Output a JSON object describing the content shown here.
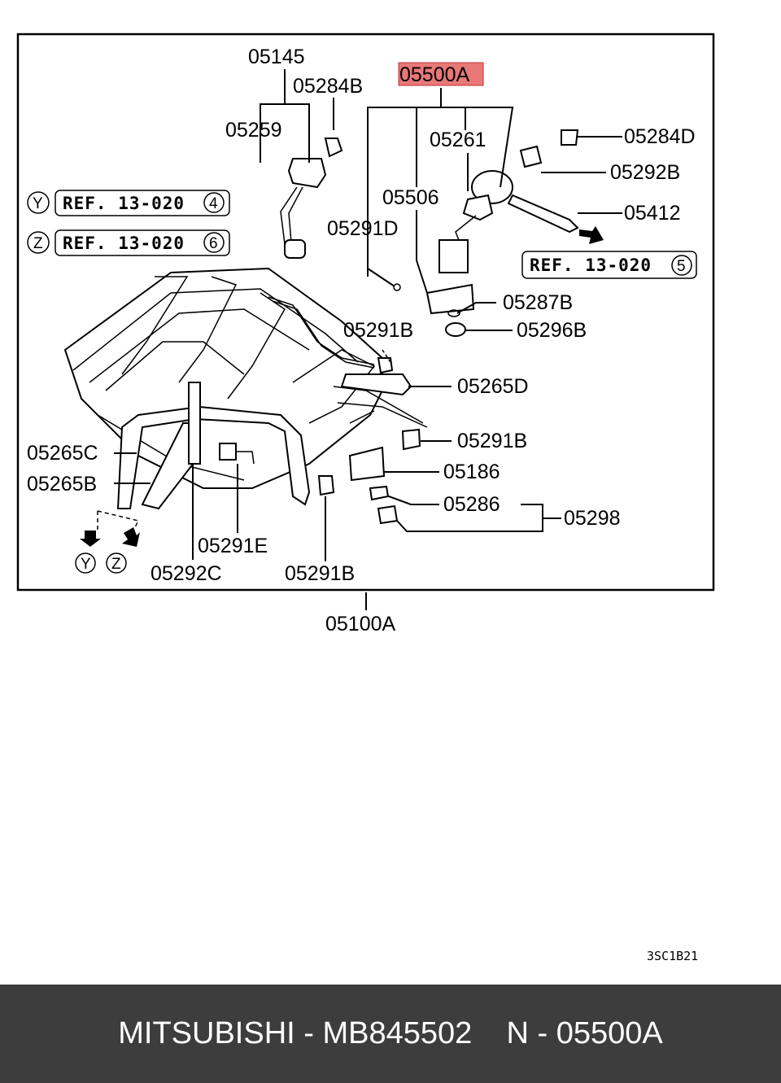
{
  "diagram": {
    "highlight_part": "05500A",
    "labels": {
      "p05145": "05145",
      "p05284B": "05284B",
      "p05259": "05259",
      "p05500A": "05500A",
      "p05261": "05261",
      "p05284D": "05284D",
      "p05292B": "05292B",
      "p05506": "05506",
      "p05291D": "05291D",
      "p05412": "05412",
      "p05287B": "05287B",
      "p05296B": "05296B",
      "p05291B_1": "05291B",
      "p05265D": "05265D",
      "p05291B_2": "05291B",
      "p05265C": "05265C",
      "p05186": "05186",
      "p05265B": "05265B",
      "p05286": "05286",
      "p05298": "05298",
      "p05291E": "05291E",
      "p05292C": "05292C",
      "p05291B_3": "05291B",
      "p05100A": "05100A"
    },
    "refs": {
      "ref_y": {
        "marker": "Y",
        "text": "REF. 13-020",
        "num": "4"
      },
      "ref_z": {
        "marker": "Z",
        "text": "REF. 13-020",
        "num": "6"
      },
      "ref_5": {
        "text": "REF. 13-020",
        "num": "5"
      }
    },
    "arrow_markers": {
      "y": "Y",
      "z": "Z"
    },
    "diagram_code": "3SC1B21",
    "colors": {
      "highlight_bg": "#e87878",
      "footer_bg": "#3d3d3d"
    }
  },
  "footer": {
    "text": "MITSUBISHI - MB845502    N - 05500A"
  }
}
